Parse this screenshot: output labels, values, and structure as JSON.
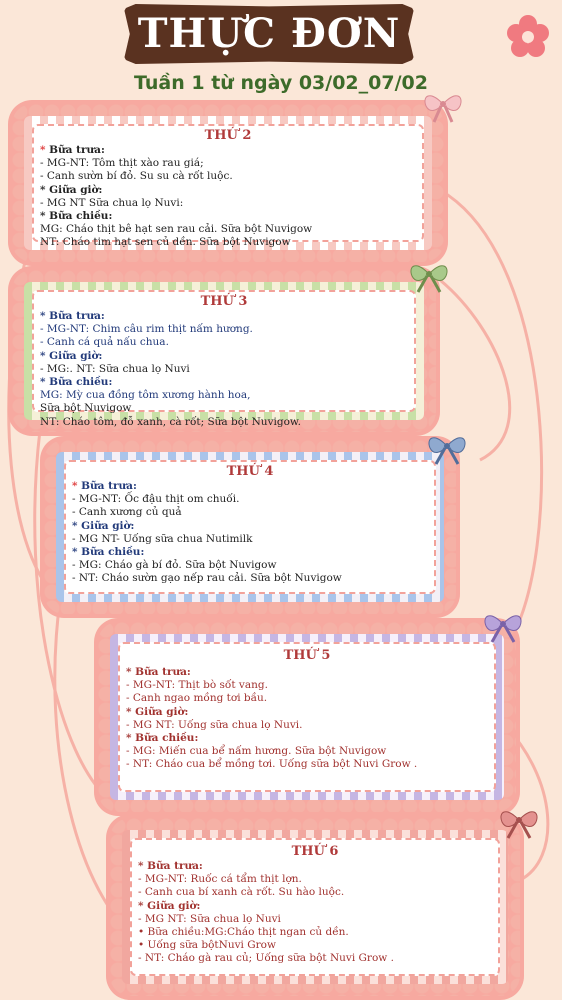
{
  "header": {
    "title": "THỰC ĐƠN",
    "subtitle": "Tuần 1 từ ngày 03/02_07/02"
  },
  "days": [
    {
      "title": "THỨ 2",
      "lines": [
        "* Bữa trưa:",
        "-    MG-NT:  Tôm thịt xào rau giá;",
        "-     Canh sườn bí đỏ. Su su cà rốt luộc.",
        "* Giữa giờ:",
        "- MG NT Sữa chua lọ Nuvi:",
        "* Bữa chiều:",
        " MG:  Cháo thịt bê hạt sen rau cải. Sữa bột Nuvigow",
        " NT:  Cháo tim hạt sen củ dền. Sữa bột Nuvigow"
      ]
    },
    {
      "title": "THỨ 3",
      "lines": [
        " * Bữa trưa:",
        "-     MG-NT:  Chim câu rim thịt nấm hương.",
        "-     Canh cá quả nấu chua.",
        " * Giữa giờ:",
        " - MG:. NT:  Sữa chua lọ Nuvi",
        " * Bữa chiều:",
        "  MG:  Mỳ cua đồng tôm xương hành hoa,",
        " Sữa bột Nuvigow",
        "  NT:  Cháo tôm, đỗ xanh,  cà rốt; Sữa bột Nuvigow."
      ]
    },
    {
      "title": "THỨ 4",
      "lines": [
        "* Bữa trưa:",
        "-     MG-NT:  Ốc đậu thịt om chuối.",
        "-      Canh  xương củ quả",
        "* Giữa giờ:",
        "- MG  NT-  Uống sữa chua Nutimilk",
        "* Bữa chiều:",
        "- MG:  Cháo gà bí đỏ. Sữa bột Nuvigow",
        "- NT:  Cháo sườn gạo nếp rau cải. Sữa bột Nuvigow"
      ]
    },
    {
      "title": "THỨ 5",
      "lines": [
        "* Bữa trưa:",
        "-     MG-NT:  Thịt bò sốt vang.",
        "-     Canh ngao mồng tơi bầu.",
        "* Giữa giờ:",
        "- MG NT:  Uống sữa chua lọ Nuvi.",
        "* Bữa chiều:",
        "- MG:  Miến cua bể nấm hương.  Sữa bột Nuvigow",
        "- NT:  Cháo cua bể mồng tơi. Uống sữa bột Nuvi Grow ."
      ]
    },
    {
      "title": "THỨ 6",
      "lines": [
        "* Bữa trưa:",
        "-     MG-NT:  Ruốc cá tẩm thịt lợn.",
        "-      Canh cua bí xanh cà rốt. Su hào luộc.",
        "* Giữa giờ:",
        "-     MG NT:  Sữa chua lọ Nuvi",
        "•    Bữa chiều:MG:Cháo  thịt ngan củ dền.",
        "•    Uống sữa bộtNuvi Grow",
        "- NT:  Cháo gà rau củ; Uống sữa bột Nuvi Grow ."
      ]
    }
  ]
}
